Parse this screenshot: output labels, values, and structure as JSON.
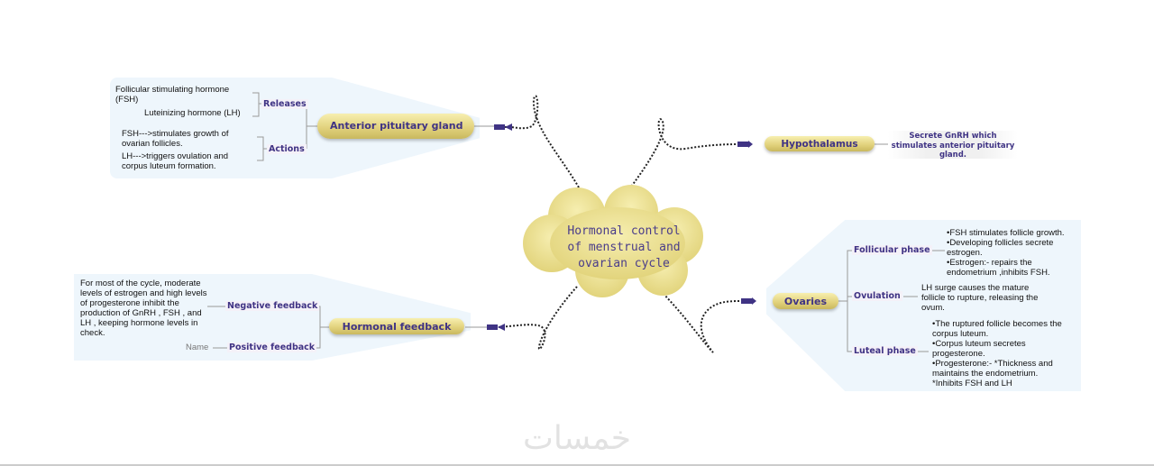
{
  "central": "Hormonal control of menstrual and ovarian cycle",
  "anterior": {
    "title": "Anterior pituitary gland",
    "releases_label": "Releases",
    "releases": [
      "Follicular stimulating hormone (FSH)",
      "Luteinizing hormone (LH)"
    ],
    "actions_label": "Actions",
    "actions": [
      "FSH--->stimulates growth of ovarian follicles.",
      "LH--->triggers ovulation and corpus luteum formation."
    ]
  },
  "hypothalamus": {
    "title": "Hypothalamus",
    "note": "Secrete GnRH which stimulates anterior pituitary gland."
  },
  "ovaries": {
    "title": "Ovaries",
    "follicular_label": "Follicular phase",
    "follicular_text": "•FSH stimulates follicle growth.\n•Developing follicles secrete estrogen.\n•Estrogen:- repairs the endometrium ,inhibits FSH.",
    "ovulation_label": "Ovulation",
    "ovulation_text": "LH surge causes the mature follicle to rupture, releasing the ovum.",
    "luteal_label": "Luteal phase",
    "luteal_text": "•The ruptured follicle becomes the corpus luteum.\n•Corpus luteum secretes progesterone.\n•Progesterone:-  *Thickness and maintains the endometrium.\n*Inhibits FSH and LH"
  },
  "feedback": {
    "title": "Hormonal feedback",
    "negative_label": "Negative feedback",
    "negative_text": "For most of the cycle, moderate levels of estrogen and high levels of progesterone inhibit the production of GnRH , FSH , and LH , keeping hormone levels in check.",
    "positive_label": "Positive feedback",
    "positive_text": "Name"
  },
  "watermark": "خمسات"
}
